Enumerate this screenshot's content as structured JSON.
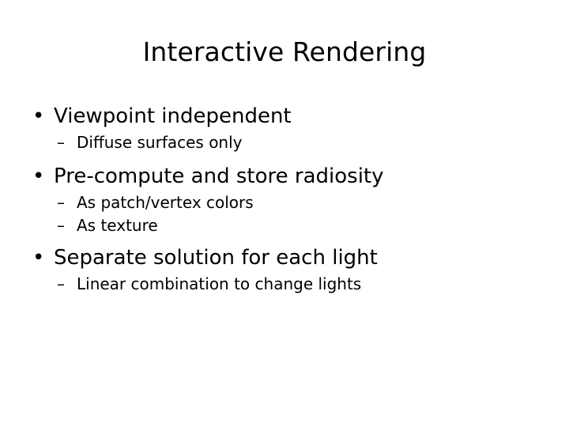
{
  "slide": {
    "title": "Interactive Rendering",
    "background_color": "#ffffff",
    "text_color": "#000000",
    "level1_marker": "•",
    "level2_marker": "–",
    "bullets": [
      {
        "text": "Viewpoint independent",
        "sub": [
          {
            "text": "Diffuse surfaces only"
          }
        ]
      },
      {
        "text": "Pre-compute and store radiosity",
        "sub": [
          {
            "text": "As patch/vertex colors"
          },
          {
            "text": "As texture"
          }
        ]
      },
      {
        "text": "Separate solution for each light",
        "sub": [
          {
            "text": "Linear combination to change lights"
          }
        ]
      }
    ]
  }
}
